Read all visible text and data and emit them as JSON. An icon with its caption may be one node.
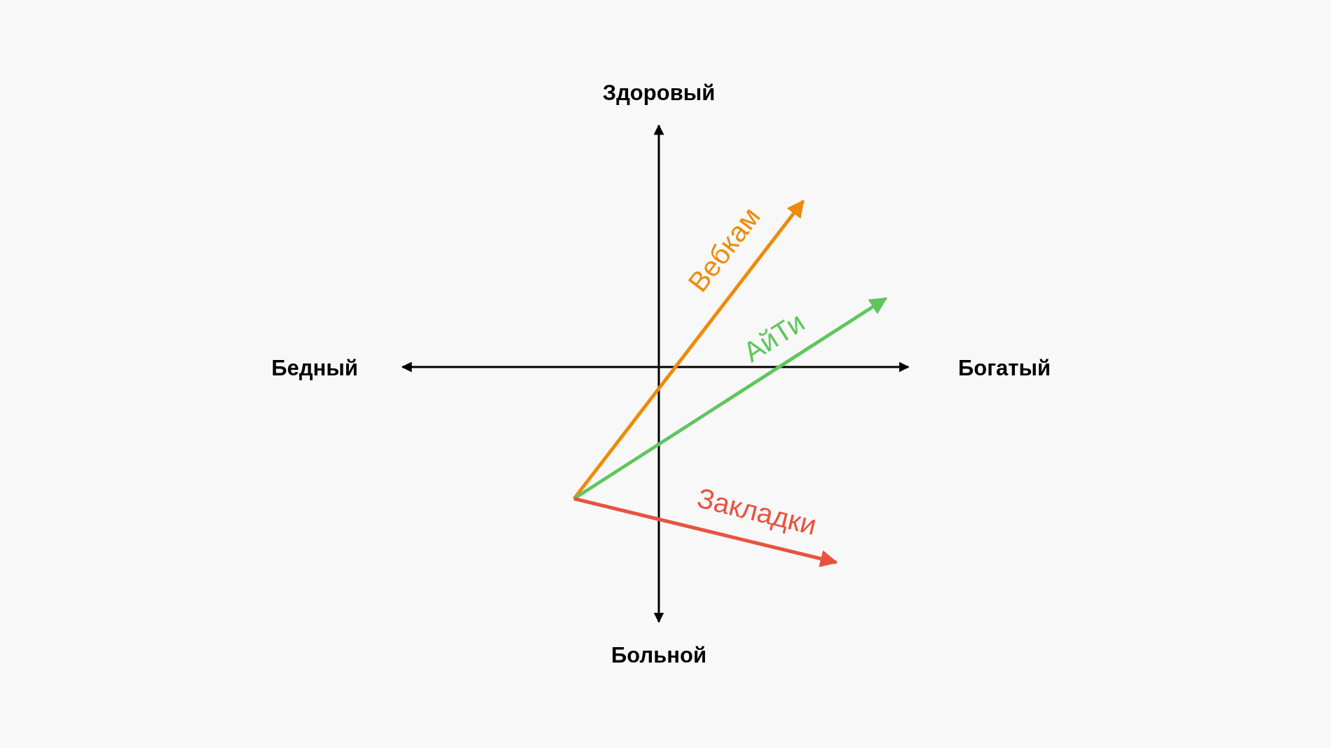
{
  "diagram": {
    "labels": [
      "Здоровый",
      "Бедный",
      "Богатый",
      "Больной",
      "Вебкам",
      "АйТи",
      "Закладки"
    ]
  }
}
